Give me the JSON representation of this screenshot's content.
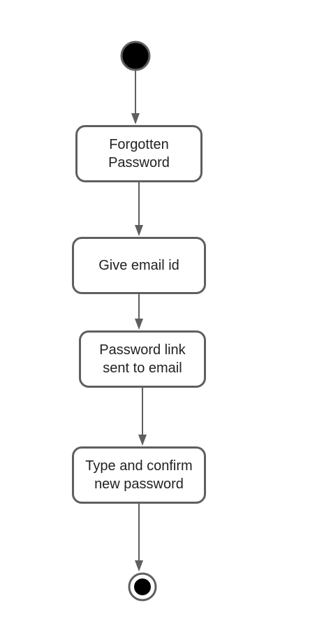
{
  "colors": {
    "line": "#5f5f5f",
    "fill": "#000000",
    "text": "#222222",
    "background": "#ffffff"
  },
  "nodes": [
    {
      "id": "forgotten",
      "label": "Forgotten\nPassword"
    },
    {
      "id": "email",
      "label": "Give email id"
    },
    {
      "id": "link",
      "label": "Password link\nsent to email"
    },
    {
      "id": "type",
      "label": "Type and confirm\nnew password"
    }
  ]
}
